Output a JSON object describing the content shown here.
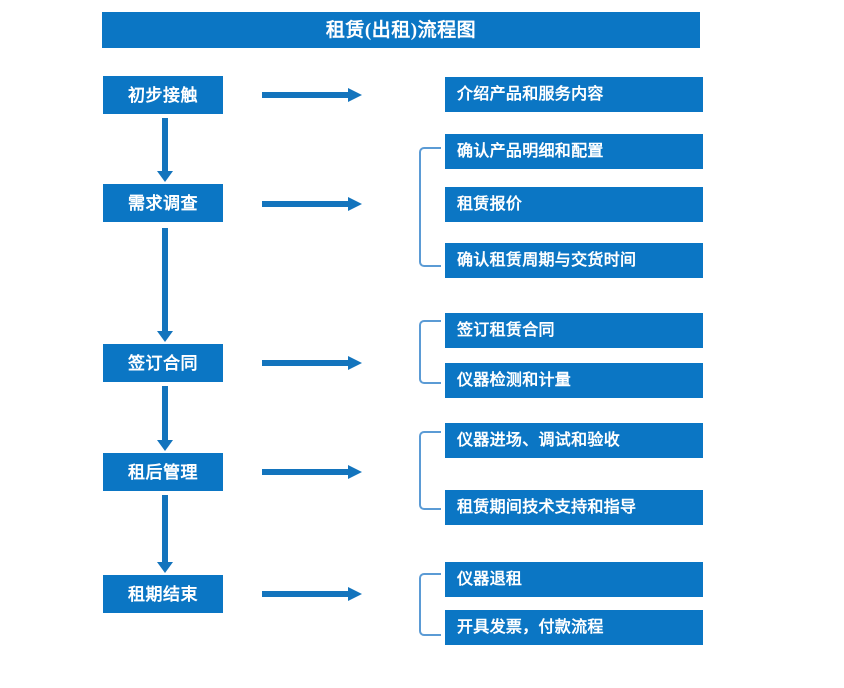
{
  "header": {
    "title": "租赁(出租)流程图"
  },
  "colors": {
    "box_blue": "#0b76c4",
    "arrow_blue": "#1374bd",
    "bracket_blue": "#5b9bd5",
    "box_text": "#ffffff",
    "background": "#ffffff"
  },
  "stages": [
    {
      "label": "初步接触"
    },
    {
      "label": "需求调查"
    },
    {
      "label": "签订合同"
    },
    {
      "label": "租后管理"
    },
    {
      "label": "租期结束"
    }
  ],
  "details": {
    "group1": [
      {
        "label": "介绍产品和服务内容"
      }
    ],
    "group2": [
      {
        "label": "确认产品明细和配置"
      },
      {
        "label": "租赁报价"
      },
      {
        "label": "确认租赁周期与交货时间"
      }
    ],
    "group3": [
      {
        "label": "签订租赁合同"
      },
      {
        "label": "仪器检测和计量"
      }
    ],
    "group4": [
      {
        "label": "仪器进场、调试和验收"
      },
      {
        "label": "租赁期间技术支持和指导"
      }
    ],
    "group5": [
      {
        "label": "仪器退租"
      },
      {
        "label": "开具发票，付款流程"
      }
    ]
  }
}
